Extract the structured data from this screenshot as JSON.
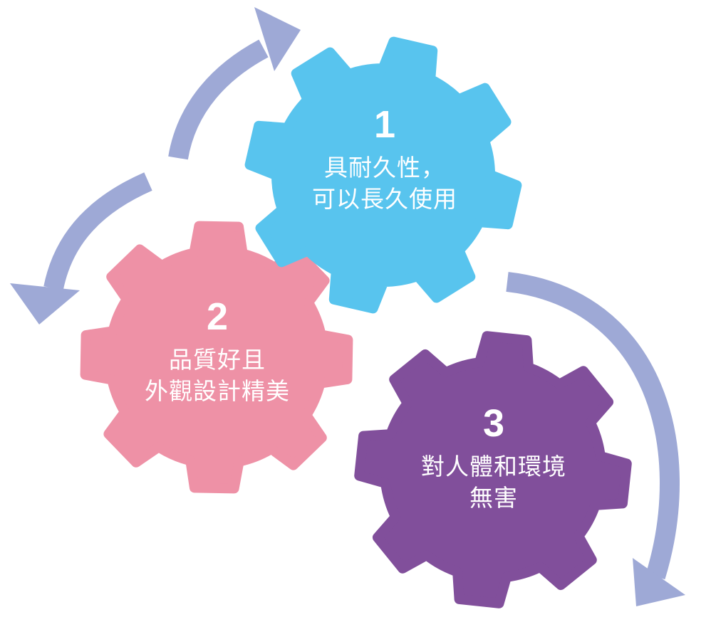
{
  "colors": {
    "arrow": "#9ea9d6",
    "gear_1": "#58c4ee",
    "gear_2": "#ee91a6",
    "gear_3": "#814f9b",
    "text": "#ffffff"
  },
  "gears": [
    {
      "number": "1",
      "line1": "具耐久性，",
      "line2": "可以長久使用"
    },
    {
      "number": "2",
      "line1": "品質好且",
      "line2": "外觀設計精美"
    },
    {
      "number": "3",
      "line1": "對人體和環境",
      "line2": "無害"
    }
  ]
}
